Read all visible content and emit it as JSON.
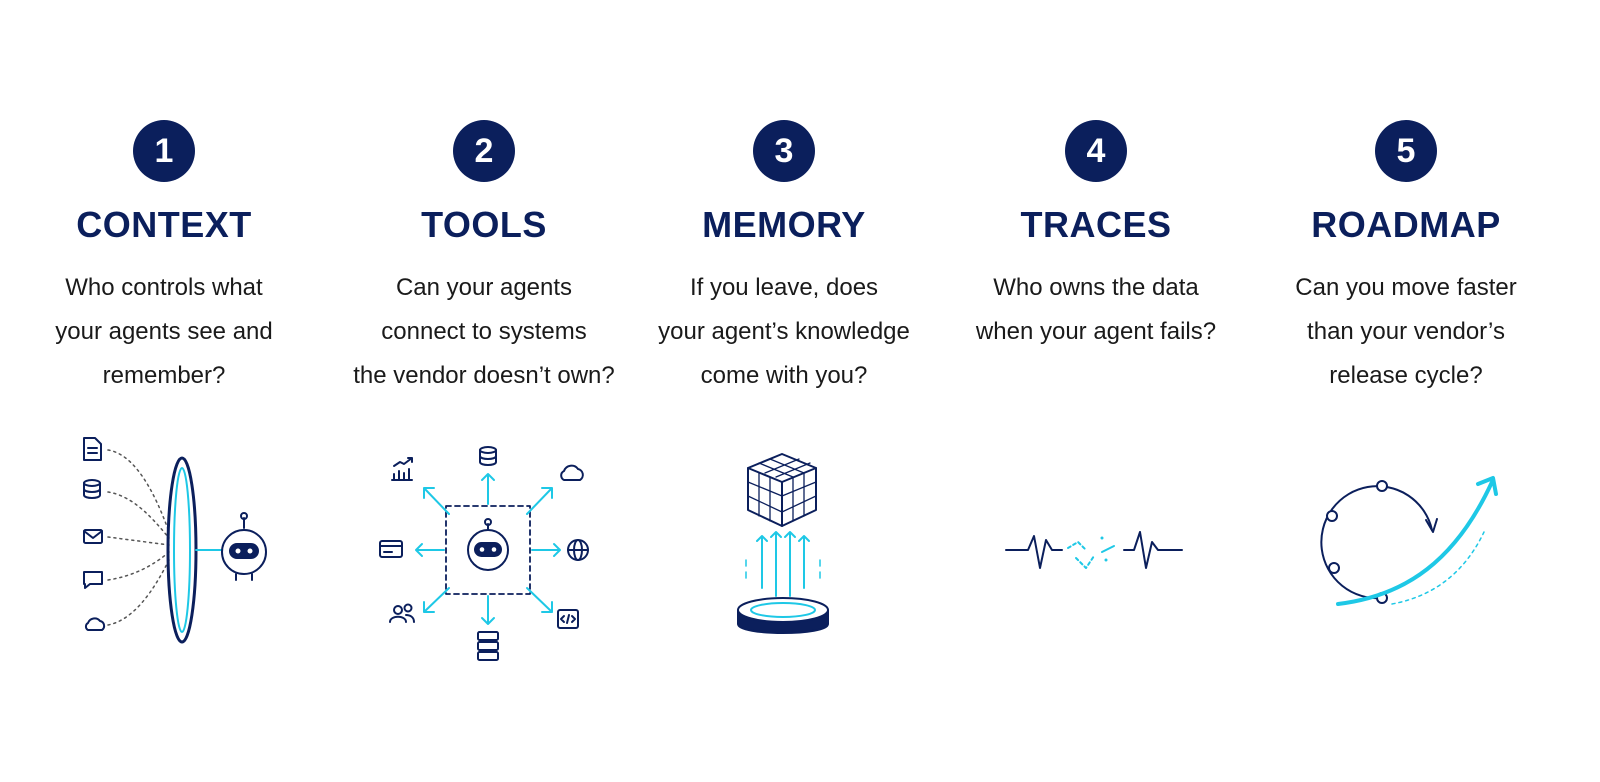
{
  "colors": {
    "navy": "#0b1f5c",
    "cyan": "#1ec8e6"
  },
  "steps": [
    {
      "number": "1",
      "title": "CONTEXT",
      "lines": [
        "Who controls what",
        "your agents see and",
        "remember?"
      ]
    },
    {
      "number": "2",
      "title": "TOOLS",
      "lines": [
        "Can your agents",
        "connect to systems",
        "the vendor doesn’t own?"
      ]
    },
    {
      "number": "3",
      "title": "MEMORY",
      "lines": [
        "If you leave, does",
        "your agent’s knowledge",
        "come with you?"
      ]
    },
    {
      "number": "4",
      "title": "TRACES",
      "lines": [
        "Who owns the data",
        "when your agent fails?"
      ]
    },
    {
      "number": "5",
      "title": "ROADMAP",
      "lines": [
        "Can you move faster",
        "than your vendor’s",
        "release cycle?"
      ]
    }
  ],
  "icons": {
    "context": [
      "document-icon",
      "database-icon",
      "mail-icon",
      "chat-icon",
      "cloud-icon",
      "lens-icon",
      "robot-icon"
    ],
    "tools": [
      "chart-icon",
      "database-icon",
      "cloud-icon",
      "card-icon",
      "robot-icon",
      "globe-icon",
      "users-icon",
      "server-icon",
      "code-icon"
    ],
    "memory": [
      "cube-icon",
      "platform-icon"
    ],
    "traces": [
      "broken-heartbeat-icon"
    ],
    "roadmap": [
      "cycle-icon",
      "growth-arrow-icon"
    ]
  }
}
